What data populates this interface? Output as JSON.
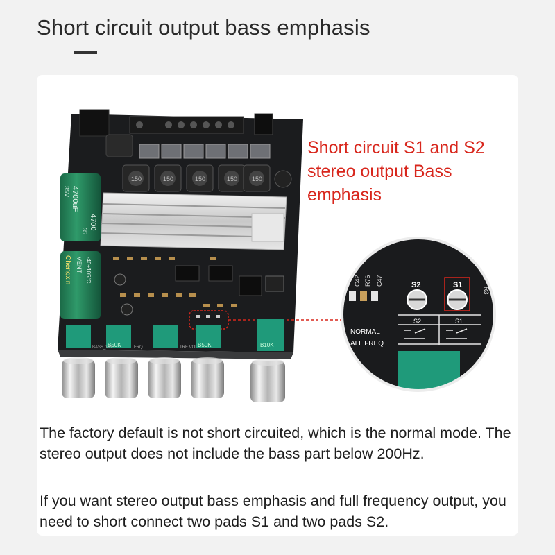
{
  "header": {
    "title": "Short circuit output bass emphasis"
  },
  "callout": {
    "lines": [
      "Short circuit S1 and S2",
      "stereo output Bass",
      "emphasis"
    ]
  },
  "board": {
    "capacitor_top_value": "4700uF",
    "capacitor_top_voltage": "35V",
    "capacitor_top_value_2": "4700",
    "capacitor_top_voltage_2": "35",
    "capacitor_bottom_brand": "Chengxin",
    "capacitor_bottom_vent": "VENT",
    "capacitor_bottom_temp": "-40+105°C",
    "inductor_label": "150",
    "pot_labels": [
      "BASS_VOL",
      "FRQ",
      "TRE VOL",
      "",
      ""
    ],
    "pot_values": [
      "",
      "B50K",
      "",
      "B50K",
      "B10K"
    ]
  },
  "zoom": {
    "pad_s2": "S2",
    "pad_s1": "S1",
    "side_labels": [
      "C42",
      "C47",
      "R76"
    ],
    "right_label": "R3",
    "table_headers": [
      "S2",
      "S1"
    ],
    "row_normal": "NORMAL",
    "row_full": "ALL FREQ"
  },
  "body": {
    "para1": "The factory default is not short circuited, which is the normal mode. The stereo output does not include the bass part below 200Hz.",
    "para2": "If you want stereo output bass emphasis and full frequency output, you need to short connect two pads S1 and two pads S2."
  }
}
